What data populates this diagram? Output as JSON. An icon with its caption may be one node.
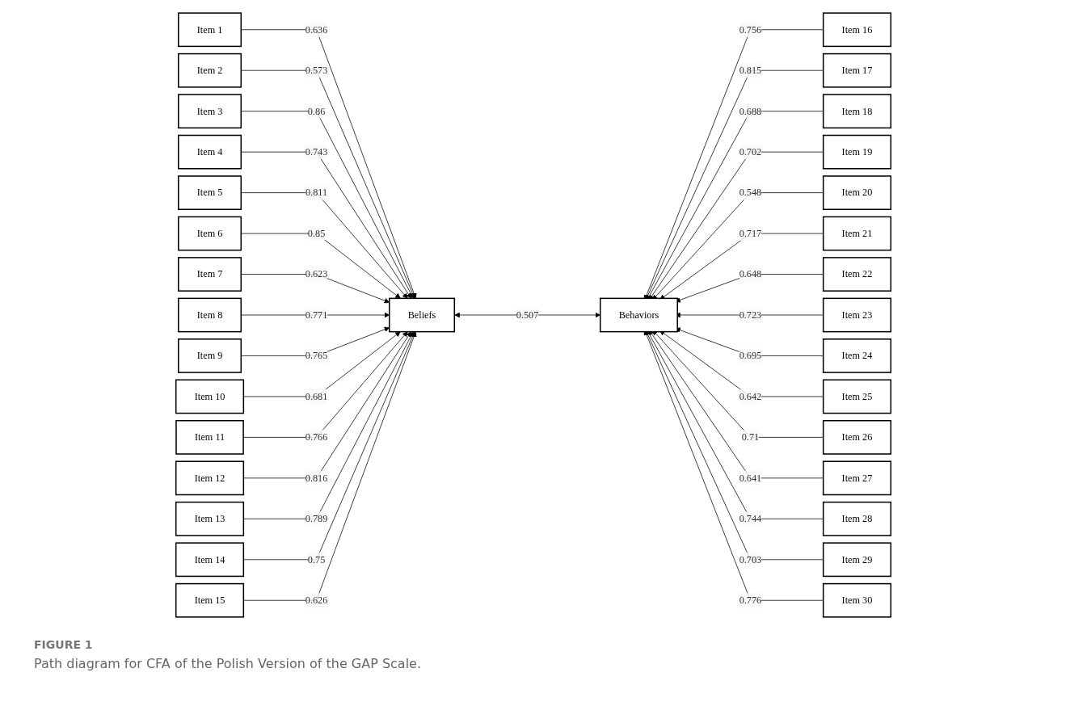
{
  "diagram": {
    "title": "FIGURE 1",
    "caption": "Path diagram for CFA of the Polish Version of the GAP Scale.",
    "nodes": [
      {
        "text": [
          "Item 1"
        ]
      },
      {
        "text": [
          "Item 2"
        ]
      },
      {
        "text": [
          "Item 3"
        ]
      },
      {
        "text": [
          "Item 4"
        ]
      },
      {
        "text": [
          "Item 5"
        ]
      },
      {
        "text": [
          "Item 6"
        ]
      },
      {
        "text": [
          "Item 7"
        ]
      },
      {
        "text": [
          "Item 8"
        ]
      },
      {
        "text": [
          "Item 9"
        ]
      },
      {
        "text": [
          "Item 10"
        ]
      },
      {
        "text": [
          "Item 11"
        ]
      },
      {
        "text": [
          "Item 12"
        ]
      },
      {
        "text": [
          "Item 13"
        ]
      },
      {
        "text": [
          "Item 14"
        ]
      },
      {
        "text": [
          "Item 15"
        ]
      },
      {
        "text": [
          "Beliefs"
        ]
      },
      {
        "text": [
          "Behaviors"
        ]
      },
      {
        "text": [
          "Item 16"
        ]
      },
      {
        "text": [
          "Item 17"
        ]
      },
      {
        "text": [
          "Item 18"
        ]
      },
      {
        "text": [
          "Item 19"
        ]
      },
      {
        "text": [
          "Item 20"
        ]
      },
      {
        "text": [
          "Item 21"
        ]
      },
      {
        "text": [
          "Item 22"
        ]
      },
      {
        "text": [
          "Item 23"
        ]
      },
      {
        "text": [
          "Item 24"
        ]
      },
      {
        "text": [
          "Item 25"
        ]
      },
      {
        "text": [
          "Item 26"
        ]
      },
      {
        "text": [
          "Item 27"
        ]
      },
      {
        "text": [
          "Item 28"
        ]
      },
      {
        "text": [
          "Item 29"
        ]
      },
      {
        "text": [
          "Item 30"
        ]
      }
    ],
    "edges": [
      {
        "from": 0,
        "to": 15,
        "arrow": "to",
        "label": "0.636"
      },
      {
        "from": 1,
        "to": 15,
        "arrow": "to",
        "label": "0.573"
      },
      {
        "from": 2,
        "to": 15,
        "arrow": "to",
        "label": "0.86"
      },
      {
        "from": 3,
        "to": 15,
        "arrow": "to",
        "label": "0.743"
      },
      {
        "from": 4,
        "to": 15,
        "arrow": "to",
        "label": "0.811"
      },
      {
        "from": 5,
        "to": 15,
        "arrow": "to",
        "label": "0.85"
      },
      {
        "from": 6,
        "to": 15,
        "arrow": "to",
        "label": "0.623"
      },
      {
        "from": 7,
        "to": 15,
        "arrow": "to",
        "label": "0.771"
      },
      {
        "from": 8,
        "to": 15,
        "arrow": "to",
        "label": "0.765"
      },
      {
        "from": 9,
        "to": 15,
        "arrow": "to",
        "label": "0.681"
      },
      {
        "from": 10,
        "to": 15,
        "arrow": "to",
        "label": "0.766"
      },
      {
        "from": 11,
        "to": 15,
        "arrow": "to",
        "label": "0.816"
      },
      {
        "from": 12,
        "to": 15,
        "arrow": "to",
        "label": "0.789"
      },
      {
        "from": 13,
        "to": 15,
        "arrow": "to",
        "label": "0.75"
      },
      {
        "from": 14,
        "to": 15,
        "arrow": "to",
        "label": "0.626"
      },
      {
        "from": 15,
        "to": 16,
        "arrow": "both",
        "label": "0.507"
      },
      {
        "from": 17,
        "to": 16,
        "arrow": "to",
        "label": "0.756"
      },
      {
        "from": 18,
        "to": 16,
        "arrow": "to",
        "label": "0.815"
      },
      {
        "from": 19,
        "to": 16,
        "arrow": "to",
        "label": "0.688"
      },
      {
        "from": 20,
        "to": 16,
        "arrow": "to",
        "label": "0.702"
      },
      {
        "from": 21,
        "to": 16,
        "arrow": "to",
        "label": "0.548"
      },
      {
        "from": 22,
        "to": 16,
        "arrow": "to",
        "label": "0.717"
      },
      {
        "from": 23,
        "to": 16,
        "arrow": "to",
        "label": "0.648"
      },
      {
        "from": 24,
        "to": 16,
        "arrow": "to",
        "label": "0.723"
      },
      {
        "from": 25,
        "to": 16,
        "arrow": "to",
        "label": "0.695"
      },
      {
        "from": 26,
        "to": 16,
        "arrow": "to",
        "label": "0.642"
      },
      {
        "from": 27,
        "to": 16,
        "arrow": "to",
        "label": "0.71"
      },
      {
        "from": 28,
        "to": 16,
        "arrow": "to",
        "label": "0.641"
      },
      {
        "from": 29,
        "to": 16,
        "arrow": "to",
        "label": "0.744"
      },
      {
        "from": 30,
        "to": 16,
        "arrow": "to",
        "label": "0.703"
      },
      {
        "from": 31,
        "to": 16,
        "arrow": "to",
        "label": "0.776"
      }
    ]
  }
}
